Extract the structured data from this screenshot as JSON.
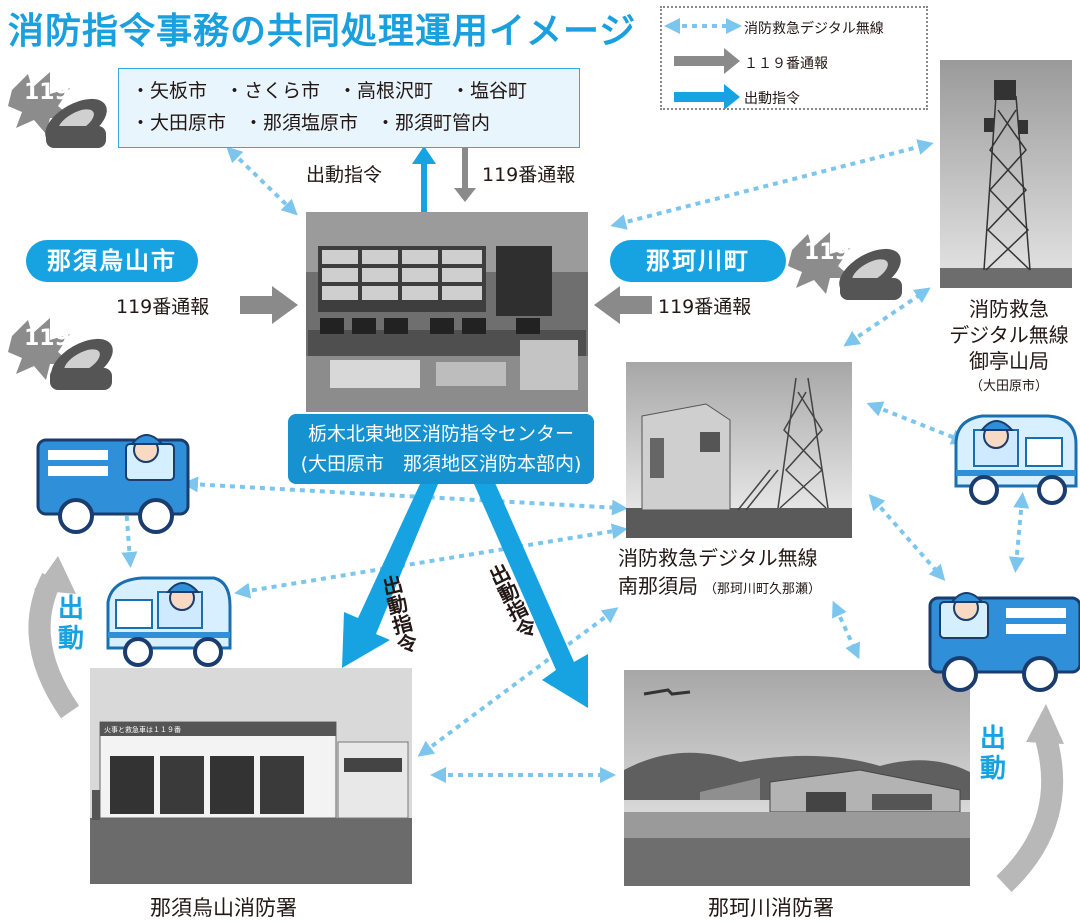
{
  "title": "消防指令事務の共同処理運用イメージ",
  "legend": {
    "radio": "消防救急デジタル無線",
    "call": "１１９番通報",
    "dispatch": "出動指令"
  },
  "cities": {
    "row1": [
      "・矢板市",
      "・さくら市",
      "・高根沢町",
      "・塩谷町"
    ],
    "row2": [
      "・大田原市",
      "・那須塩原市",
      "・那須町管内"
    ]
  },
  "labels": {
    "top_dispatch": "出動指令",
    "top_call": "119番通報",
    "left_call": "119番通報",
    "right_call": "119番通報",
    "phone_number": "119",
    "dispatch_diag_left": "出動指令",
    "dispatch_diag_right": "出動指令",
    "sortie_left": "出動",
    "sortie_right": "出動"
  },
  "pills": {
    "left": "那須烏山市",
    "right": "那珂川町"
  },
  "center": {
    "line1": "栃木北東地区消防指令センター",
    "line2": "(大田原市　那須地区消防本部内)"
  },
  "tower1": {
    "line1": "消防救急",
    "line2": "デジタル無線",
    "line3": "御亭山局",
    "note": "（大田原市）"
  },
  "tower2": {
    "line1": "消防救急デジタル無線",
    "line2": "南那須局",
    "note": "（那珂川町久那瀬）"
  },
  "stations": {
    "left": "那須烏山消防署",
    "right": "那珂川消防署",
    "left_sign": "火事と救急車は１１９番"
  },
  "colors": {
    "accent": "#17a3e1",
    "dispatch_arrow": "#17a3e1",
    "call_arrow": "#8a8a8a",
    "radio_arrow": "#7cc6ee"
  }
}
